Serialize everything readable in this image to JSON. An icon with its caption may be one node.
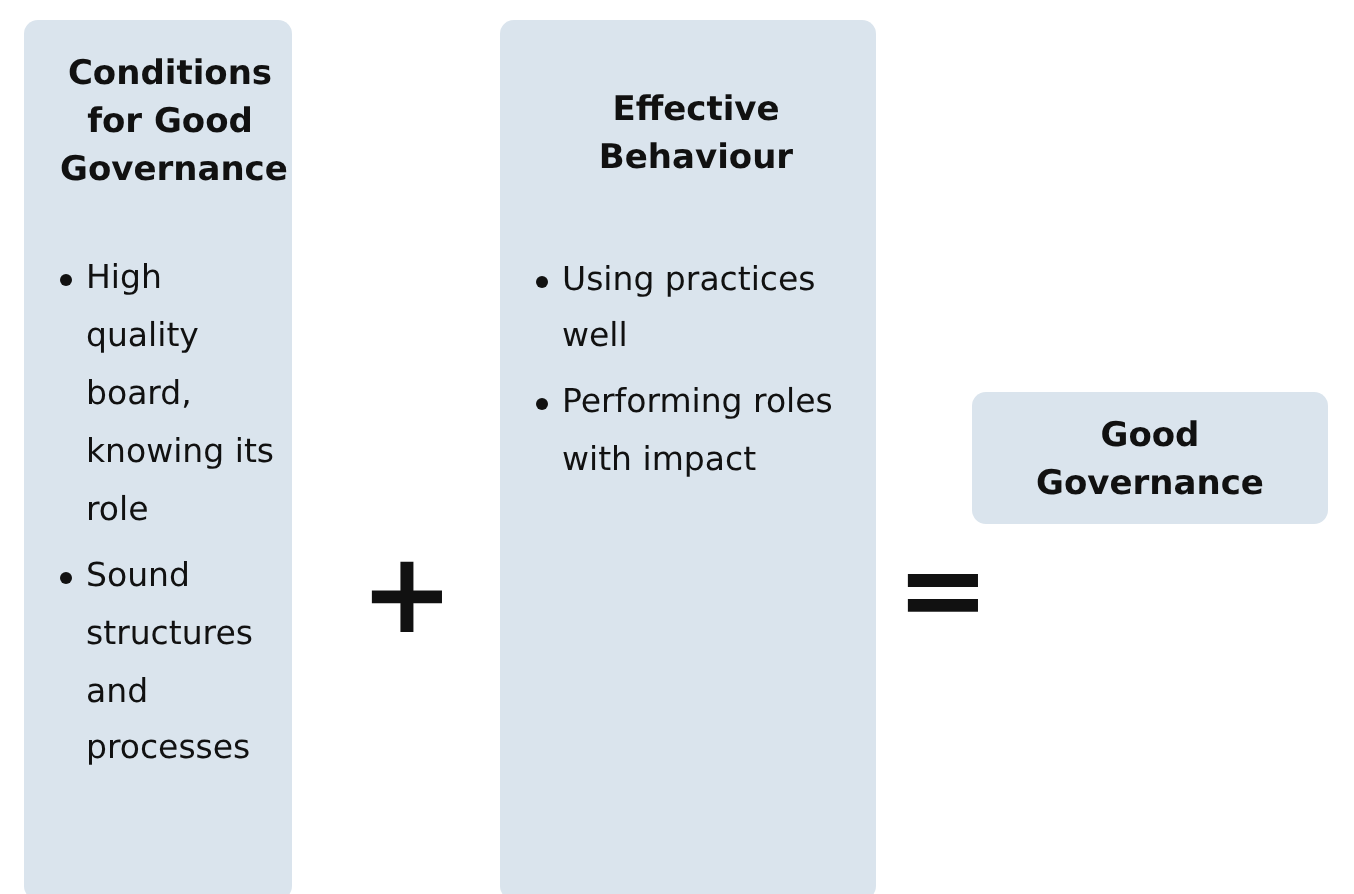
{
  "diagram": {
    "nodes": [
      {
        "text": [
          "Conditions for Good Governance",
          "High quality board, knowing its role",
          "Sound structures and processes"
        ]
      },
      {
        "text": [
          "Effective Behaviour",
          "Using practices well",
          "Performing roles with impact"
        ]
      },
      {
        "text": [
          "Good Governance"
        ]
      }
    ],
    "labels": [
      "+",
      "="
    ]
  }
}
